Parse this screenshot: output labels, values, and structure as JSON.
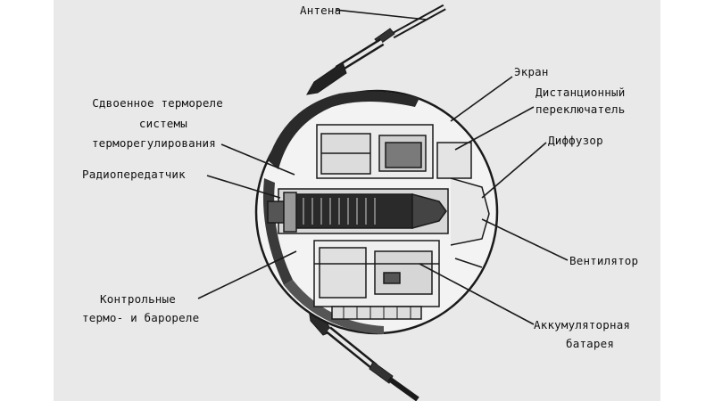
{
  "diagram": {
    "labels": {
      "antenna": "Антена",
      "screen": "Экран",
      "remote_switch_l1": "Дистанционный",
      "remote_switch_l2": "переключатель",
      "thermorelay_l1": "Сдвоенное термореле",
      "thermorelay_l2": "системы",
      "thermorelay_l3": "терморегулирования",
      "transmitter": "Радиопередатчик",
      "diffuser": "Диффузор",
      "fan": "Вентилятор",
      "control_relay_l1": "Контрольные",
      "control_relay_l2": "термо- и барореле",
      "battery_l1": "Аккумуляторная",
      "battery_l2": "батарея"
    },
    "colors": {
      "background": "#e9e9e9",
      "ink": "#1a1a1a"
    }
  }
}
